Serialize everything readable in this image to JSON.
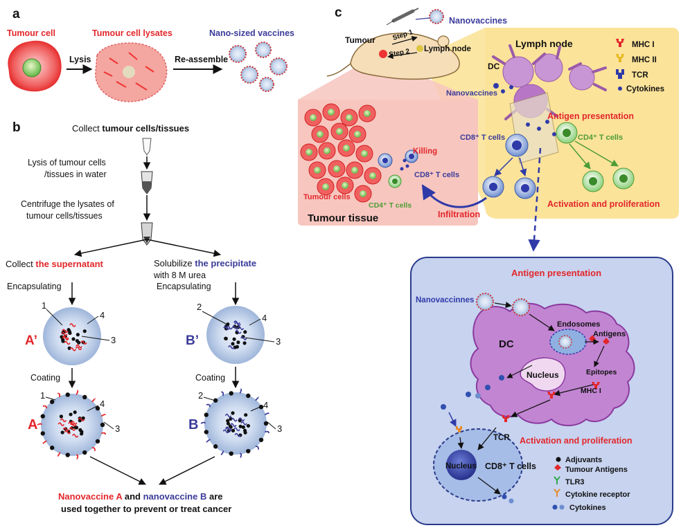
{
  "panel_a": {
    "letter": "a",
    "tumour_cell": "Tumour cell",
    "lysates": "Tumour cell lysates",
    "nano_vaccines": "Nano-sized vaccines",
    "lysis": "Lysis",
    "reassemble": "Re-assemble"
  },
  "panel_b": {
    "letter": "b",
    "collect_prefix": "Collect ",
    "collect_bold": "tumour cells/tissues",
    "lysis_line1": "Lysis of tumour cells",
    "lysis_line2": "/tissues in water",
    "centrifuge_line1": "Centrifuge the lysates of",
    "centrifuge_line2": "tumour cells/tissues",
    "collect_sup_prefix": "Collect ",
    "collect_sup_bold": "the supernatant",
    "solubilize_prefix": "Solubilize ",
    "solubilize_bold": "the precipitate",
    "solubilize_line2": "with 8 M urea",
    "encapsulating": "Encapsulating",
    "coating": "Coating",
    "label_a_prime": "A’",
    "label_b_prime": "B’",
    "label_a": "A",
    "label_b": "B",
    "num1": "1",
    "num2": "2",
    "num3": "3",
    "num4": "4",
    "conclusion_a": "Nanovaccine A",
    "conclusion_and": " and ",
    "conclusion_b": "nanovaccine B",
    "conclusion_end": " are",
    "conclusion_line2": "used together to prevent or treat cancer"
  },
  "panel_c": {
    "letter": "c",
    "tumour": "Tumour",
    "step1": "Step 1",
    "step2": "Step 2",
    "lymph_node_small": "Lymph node",
    "nanovaccines_top": "Nanovaccines",
    "lymph_node": "Lymph node",
    "dc": "DC",
    "nanovaccines_ln": "Nanovaccines",
    "antigen_presentation": "Antigen presentation",
    "cd8_t_cells": "CD8⁺ T cells",
    "cd4_t_cells": "CD4⁺ T cells",
    "activation_proliferation": "Activation and proliferation",
    "legend_mhc1": "MHC I",
    "legend_mhc2": "MHC II",
    "legend_tcr": "TCR",
    "legend_cytokines": "Cytokines",
    "killing": "Killing",
    "cd8_t_cells_tumour": "CD8⁺ T cells",
    "tumour_cells": "Tumour cells",
    "cd4_t_cells_tumour": "CD4⁺ T cells",
    "tumour_tissue": "Tumour tissue",
    "infiltration": "Infiltration"
  },
  "detail": {
    "antigen_presentation": "Antigen presentation",
    "nanovaccinnes": "Nanovaccinnes",
    "dc": "DC",
    "endosomes": "Endosomes",
    "antigens": "Antigens",
    "nucleus": "Nucleus",
    "epitopes": "Epitopes",
    "mhc1": "MHC I",
    "tcr": "TCR",
    "activation_proliferation": "Activation and proliferation",
    "nucleus2": "Nucleus",
    "cd8_t_cells": "CD8⁺ T cells",
    "legend_adjuvants": "Adjuvants",
    "legend_tumour_antigens": "Tumour Antigens",
    "legend_tlr3": "TLR3",
    "legend_cytokine_receptor": "Cytokine receptor",
    "legend_cytokines": "Cytokines"
  },
  "colors": {
    "red": "#e3262a",
    "blue_text": "#3b3b9a",
    "lymph_bg": "#fbe39a",
    "tumour_bg": "#f7c6bf",
    "detail_bg": "#c7d3ef",
    "dc_purple": "#b66fc6",
    "tcell_green": "#b7e3a8"
  }
}
